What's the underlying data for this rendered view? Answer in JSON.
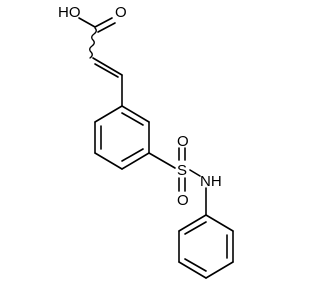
{
  "molecule": {
    "atoms": {
      "hydroxyl": "HO",
      "carbonyl_oxygen": "O",
      "sulfur": "S",
      "sulfonyl_oxygen_top": "O",
      "sulfonyl_oxygen_bottom": "O",
      "amine": "NH"
    }
  }
}
